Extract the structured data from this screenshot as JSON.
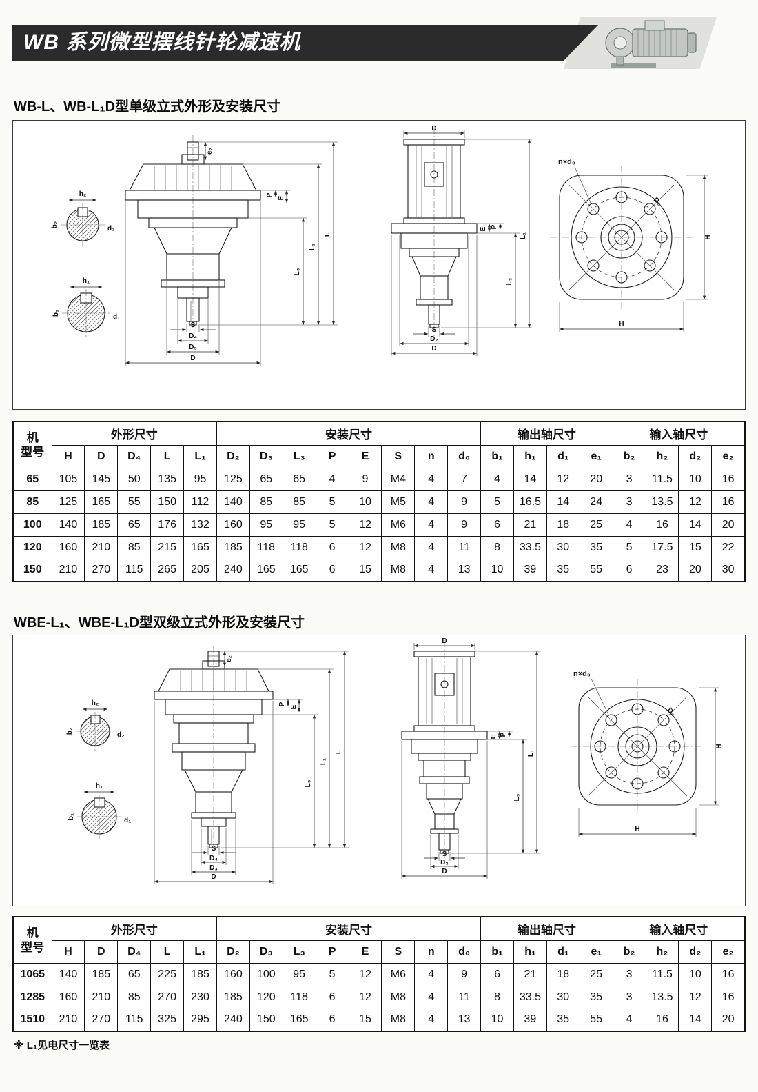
{
  "header": {
    "title": "WB 系列微型摆线针轮减速机",
    "band_color": "#2b2b2b"
  },
  "sections": {
    "s1_title": "WB-L、WB-L₁D型单级立式外形及安装尺寸",
    "s2_title": "WBE-L₁、WBE-L₁D型双级立式外形及安装尺寸"
  },
  "footnote": "※ L₁见电尺寸一览表",
  "table_headers": {
    "model_top": "机",
    "model_bottom": "型号",
    "groups": {
      "outline": "外形尺寸",
      "mounting": "安装尺寸",
      "output_shaft": "输出轴尺寸",
      "input_shaft": "输入轴尺寸"
    },
    "cols": {
      "H": "H",
      "D": "D",
      "D4": "D₄",
      "L": "L",
      "L1": "L₁",
      "D2": "D₂",
      "D3": "D₃",
      "L3": "L₃",
      "P": "P",
      "E": "E",
      "S": "S",
      "n": "n",
      "d0": "d₀",
      "b1": "b₁",
      "h1": "h₁",
      "d1": "d₁",
      "e1": "e₁",
      "b2": "b₂",
      "h2": "h₂",
      "d2": "d₂",
      "e2": "e₂"
    }
  },
  "table1": {
    "rows": [
      {
        "model": "65",
        "H": "105",
        "D": "145",
        "D4": "50",
        "L": "135",
        "L1": "95",
        "D2": "125",
        "D3": "65",
        "L3": "65",
        "P": "4",
        "E": "9",
        "S": "M4",
        "n": "4",
        "d0": "7",
        "b1": "4",
        "h1": "14",
        "d1": "12",
        "e1": "20",
        "b2": "3",
        "h2": "11.5",
        "d2": "10",
        "e2": "16"
      },
      {
        "model": "85",
        "H": "125",
        "D": "165",
        "D4": "55",
        "L": "150",
        "L1": "112",
        "D2": "140",
        "D3": "85",
        "L3": "85",
        "P": "5",
        "E": "10",
        "S": "M5",
        "n": "4",
        "d0": "9",
        "b1": "5",
        "h1": "16.5",
        "d1": "14",
        "e1": "24",
        "b2": "3",
        "h2": "13.5",
        "d2": "12",
        "e2": "16"
      },
      {
        "model": "100",
        "H": "140",
        "D": "185",
        "D4": "65",
        "L": "176",
        "L1": "132",
        "D2": "160",
        "D3": "95",
        "L3": "95",
        "P": "5",
        "E": "12",
        "S": "M6",
        "n": "4",
        "d0": "9",
        "b1": "6",
        "h1": "21",
        "d1": "18",
        "e1": "25",
        "b2": "4",
        "h2": "16",
        "d2": "14",
        "e2": "20"
      },
      {
        "model": "120",
        "H": "160",
        "D": "210",
        "D4": "85",
        "L": "215",
        "L1": "165",
        "D2": "185",
        "D3": "118",
        "L3": "118",
        "P": "6",
        "E": "12",
        "S": "M8",
        "n": "4",
        "d0": "11",
        "b1": "8",
        "h1": "33.5",
        "d1": "30",
        "e1": "35",
        "b2": "5",
        "h2": "17.5",
        "d2": "15",
        "e2": "22"
      },
      {
        "model": "150",
        "H": "210",
        "D": "270",
        "D4": "115",
        "L": "265",
        "L1": "205",
        "D2": "240",
        "D3": "165",
        "L3": "165",
        "P": "6",
        "E": "15",
        "S": "M8",
        "n": "4",
        "d0": "13",
        "b1": "10",
        "h1": "39",
        "d1": "35",
        "e1": "55",
        "b2": "6",
        "h2": "23",
        "d2": "20",
        "e2": "30"
      }
    ]
  },
  "table2": {
    "rows": [
      {
        "model": "1065",
        "H": "140",
        "D": "185",
        "D4": "65",
        "L": "225",
        "L1": "185",
        "D2": "160",
        "D3": "100",
        "L3": "95",
        "P": "5",
        "E": "12",
        "S": "M6",
        "n": "4",
        "d0": "9",
        "b1": "6",
        "h1": "21",
        "d1": "18",
        "e1": "25",
        "b2": "3",
        "h2": "11.5",
        "d2": "10",
        "e2": "16"
      },
      {
        "model": "1285",
        "H": "160",
        "D": "210",
        "D4": "85",
        "L": "270",
        "L1": "230",
        "D2": "185",
        "D3": "120",
        "L3": "118",
        "P": "6",
        "E": "12",
        "S": "M8",
        "n": "4",
        "d0": "11",
        "b1": "8",
        "h1": "33.5",
        "d1": "30",
        "e1": "35",
        "b2": "3",
        "h2": "13.5",
        "d2": "12",
        "e2": "16"
      },
      {
        "model": "1510",
        "H": "210",
        "D": "270",
        "D4": "115",
        "L": "325",
        "L1": "295",
        "D2": "240",
        "D3": "150",
        "L3": "165",
        "P": "6",
        "E": "15",
        "S": "M8",
        "n": "4",
        "d0": "13",
        "b1": "10",
        "h1": "39",
        "d1": "35",
        "e1": "55",
        "b2": "4",
        "h2": "16",
        "d2": "14",
        "e2": "20"
      }
    ]
  },
  "drawing": {
    "dims": {
      "D": "D",
      "D2": "D₂",
      "D3": "D₃",
      "D4": "D₄",
      "L": "L",
      "L1": "L₁",
      "L3": "L₃",
      "E": "E",
      "P": "P",
      "S": "S",
      "H": "H",
      "nxd0": "n×d₀",
      "h1": "h₁",
      "b1": "b₁",
      "d1": "d₁",
      "h2": "h₂",
      "b2": "b₂",
      "d2": "d₂",
      "e2": "e₂"
    }
  }
}
